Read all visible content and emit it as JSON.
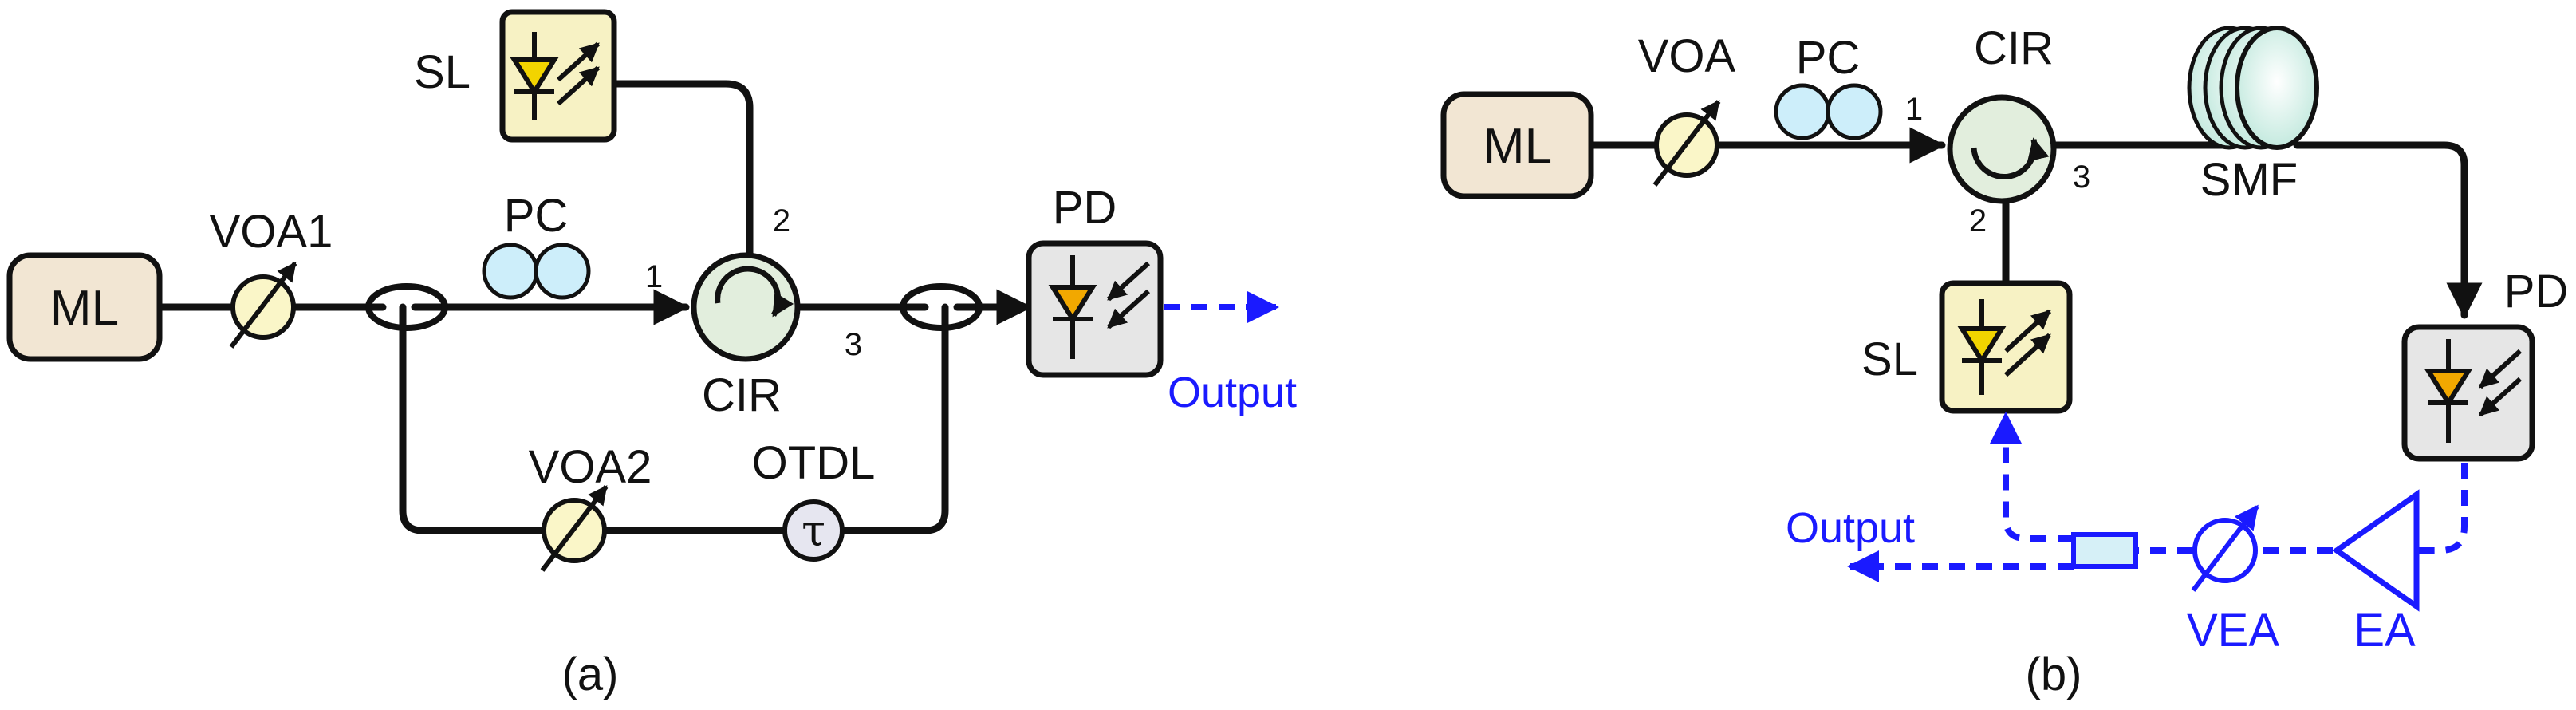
{
  "panel_a": {
    "caption": "(a)",
    "ml": "ML",
    "voa1": "VOA1",
    "pc": "PC",
    "sl": "SL",
    "cir": "CIR",
    "port1": "1",
    "port2": "2",
    "port3": "3",
    "pd": "PD",
    "output": "Output",
    "voa2": "VOA2",
    "otdl": "OTDL",
    "tau": "τ"
  },
  "panel_b": {
    "caption": "(b)",
    "ml": "ML",
    "voa": "VOA",
    "pc": "PC",
    "cir": "CIR",
    "port1": "1",
    "port2": "2",
    "port3": "3",
    "smf": "SMF",
    "pd": "PD",
    "sl": "SL",
    "output": "Output",
    "vea": "VEA",
    "ea": "EA"
  },
  "colors": {
    "laser_box": "#f7f2c4",
    "ml_box": "#f2e6d3",
    "pd_box": "#e6e6e6",
    "pc": "#cdeefa",
    "attenuator": "#faf6c8",
    "electrical": "#1a1aff"
  }
}
